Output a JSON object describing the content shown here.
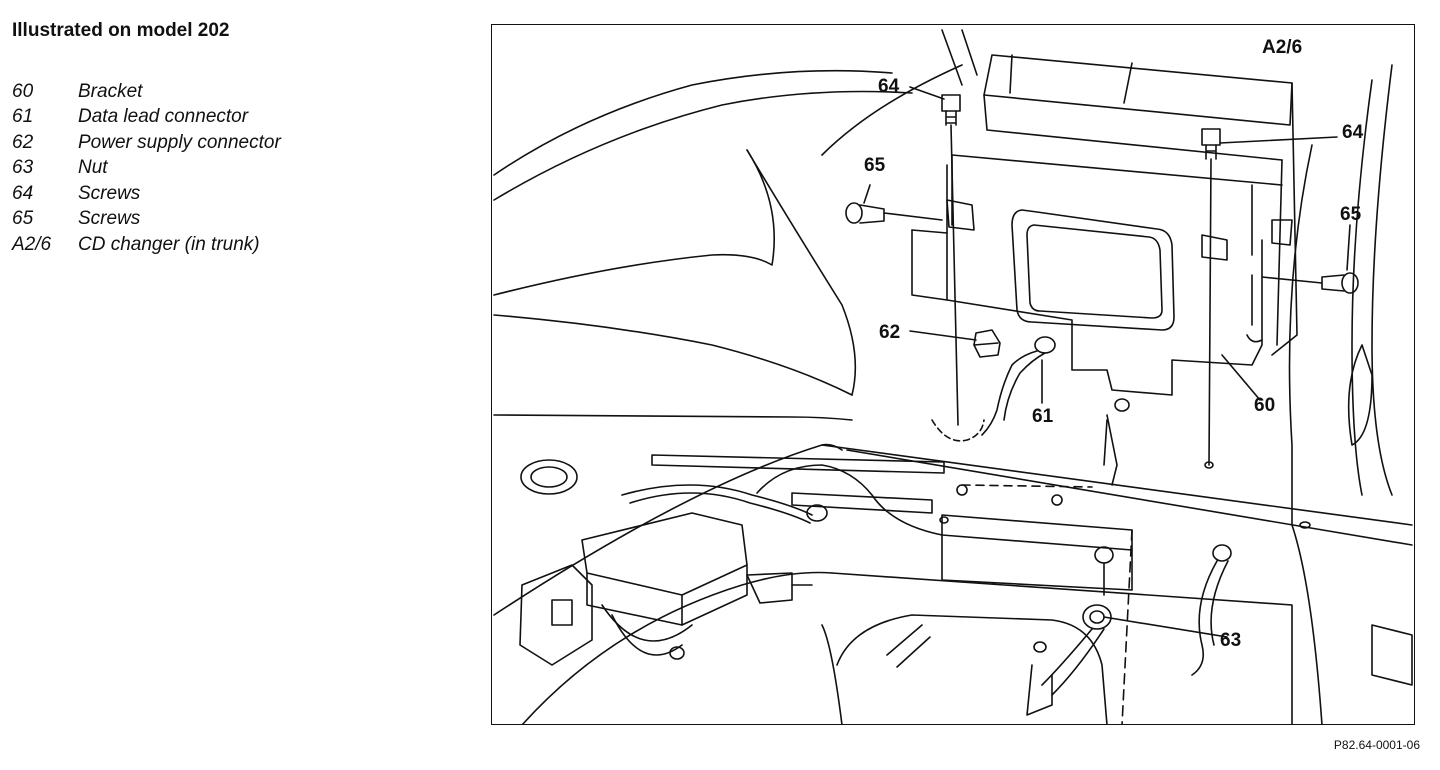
{
  "heading": "Illustrated on model 202",
  "legend": [
    {
      "code": "60",
      "text": "Bracket"
    },
    {
      "code": "61",
      "text": "Data lead connector"
    },
    {
      "code": "62",
      "text": "Power supply connector"
    },
    {
      "code": "63",
      "text": "Nut"
    },
    {
      "code": "64",
      "text": "Screws"
    },
    {
      "code": "65",
      "text": "Screws"
    },
    {
      "code": "A2/6",
      "text": "CD changer (in trunk)"
    }
  ],
  "callouts": {
    "a2_6": "A2/6",
    "c64a": "64",
    "c64b": "64",
    "c65a": "65",
    "c65b": "65",
    "c62": "62",
    "c61": "61",
    "c60": "60",
    "c63": "63"
  },
  "figure_ref": "P82.64-0001-06"
}
